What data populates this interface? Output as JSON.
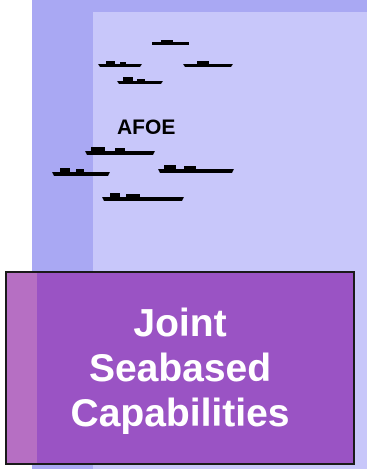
{
  "diagram": {
    "fleet_label": "AFOE",
    "caption_lines": [
      "Joint",
      "Seabased",
      "Capabilities"
    ],
    "colors": {
      "panel_outer": "#a9a8f3",
      "panel_inner": "#c8c7fa",
      "caption_fill": "#9a53c4",
      "caption_text": "#ffffff",
      "ship_silhouette": "#000000"
    },
    "ship_icon": "ship-silhouette-icon",
    "ship_count": 8
  }
}
